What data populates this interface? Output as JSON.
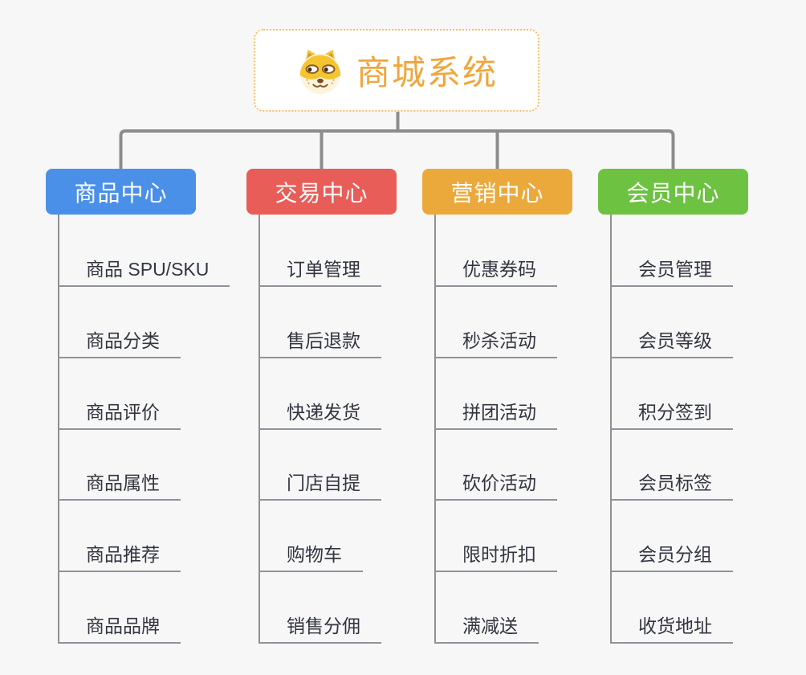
{
  "page": {
    "background_color": "#f7f7f7",
    "connector_color": "#8c8c8c"
  },
  "root": {
    "title": "商城系统",
    "icon": "dog-face-icon",
    "text_color": "#f0a63c",
    "border_color": "#f4bf69",
    "fill_color": "#ffffff"
  },
  "branches": [
    {
      "label": "商品中心",
      "color": "#4b90e8",
      "children": [
        "商品 SPU/SKU",
        "商品分类",
        "商品评价",
        "商品属性",
        "商品推荐",
        "商品品牌"
      ]
    },
    {
      "label": "交易中心",
      "color": "#e95d58",
      "children": [
        "订单管理",
        "售后退款",
        "快递发货",
        "门店自提",
        "购物车",
        "销售分佣"
      ]
    },
    {
      "label": "营销中心",
      "color": "#eba93c",
      "children": [
        "优惠券码",
        "秒杀活动",
        "拼团活动",
        "砍价活动",
        "限时折扣",
        "满减送"
      ]
    },
    {
      "label": "会员中心",
      "color": "#6dc242",
      "children": [
        "会员管理",
        "会员等级",
        "积分签到",
        "会员标签",
        "会员分组",
        "收货地址"
      ]
    }
  ]
}
